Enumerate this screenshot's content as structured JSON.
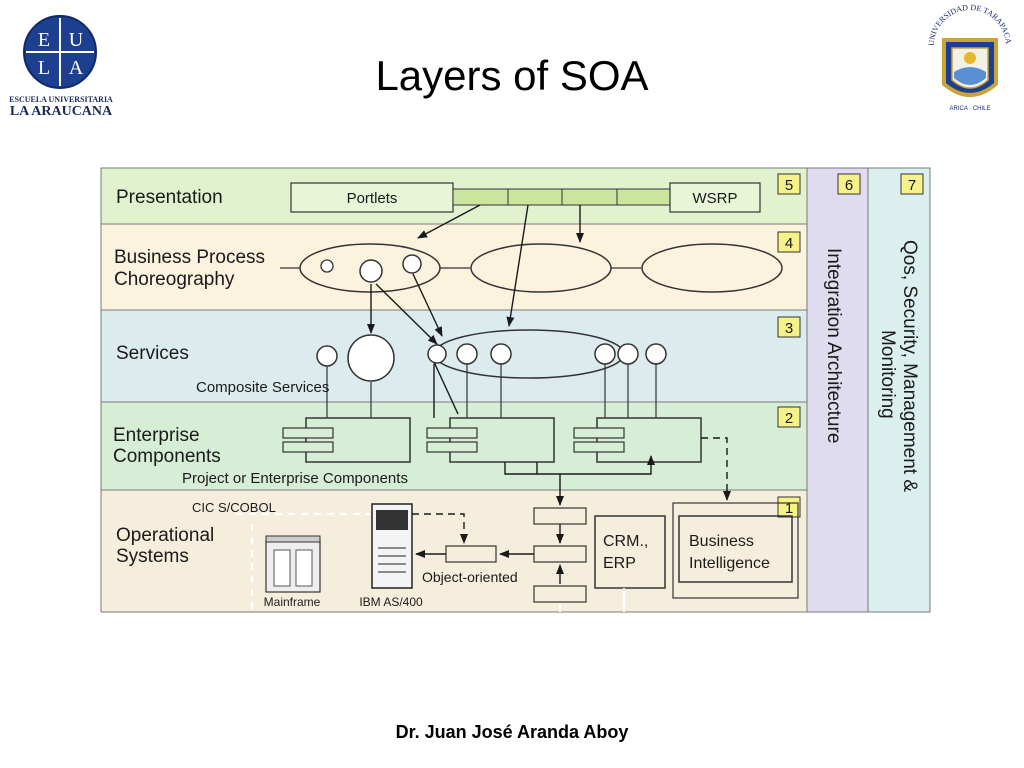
{
  "slide": {
    "title": "Layers of SOA",
    "footer": "Dr. Juan José Aranda Aboy"
  },
  "logos": {
    "left": {
      "line1": "ESCUELA UNIVERSITARIA",
      "line2": "LA ARAUCANA",
      "emblem": [
        "E",
        "U",
        "L",
        "A"
      ]
    },
    "right": {
      "arc_text": "UNIVERSIDAD DE TARAPACA",
      "bottom_text": "ARICA · CHILE"
    }
  },
  "diagram": {
    "layers": [
      {
        "id": "presentation",
        "label_lines": [
          "Presentation"
        ],
        "number": "5",
        "color": "#e2f2cf"
      },
      {
        "id": "bpc",
        "label_lines": [
          "Business Process",
          "Choreography"
        ],
        "number": "4",
        "color": "#fcf3df"
      },
      {
        "id": "services",
        "label_lines": [
          "Services"
        ],
        "number": "3",
        "color": "#dcecee"
      },
      {
        "id": "enterprise",
        "label_lines": [
          "Enterprise",
          "Components"
        ],
        "number": "2",
        "color": "#d6edd6"
      },
      {
        "id": "operational",
        "label_lines": [
          "Operational",
          "Systems"
        ],
        "number": "1",
        "color": "#f6eedd"
      }
    ],
    "side_columns": [
      {
        "id": "integration",
        "label": "Integration Architecture",
        "number": "6",
        "color": "#dedcee"
      },
      {
        "id": "qos",
        "label_lines": [
          "Qos, Security, Management &",
          "Monitoring"
        ],
        "number": "7",
        "color": "#dcefef"
      }
    ],
    "labels": {
      "portlets": "Portlets",
      "wsrp": "WSRP",
      "composite_services": "Composite Services",
      "project_components": "Project or Enterprise Components",
      "cics_cobol": "CIC S/COBOL",
      "object_oriented": "Object-oriented",
      "mainframe": "Mainframe",
      "ibm_as400": "IBM AS/400",
      "crm_erp_lines": [
        "CRM.,",
        "ERP"
      ],
      "bi_lines": [
        "Business",
        "Intelligence"
      ]
    },
    "number_box_color": "#f7f189"
  }
}
